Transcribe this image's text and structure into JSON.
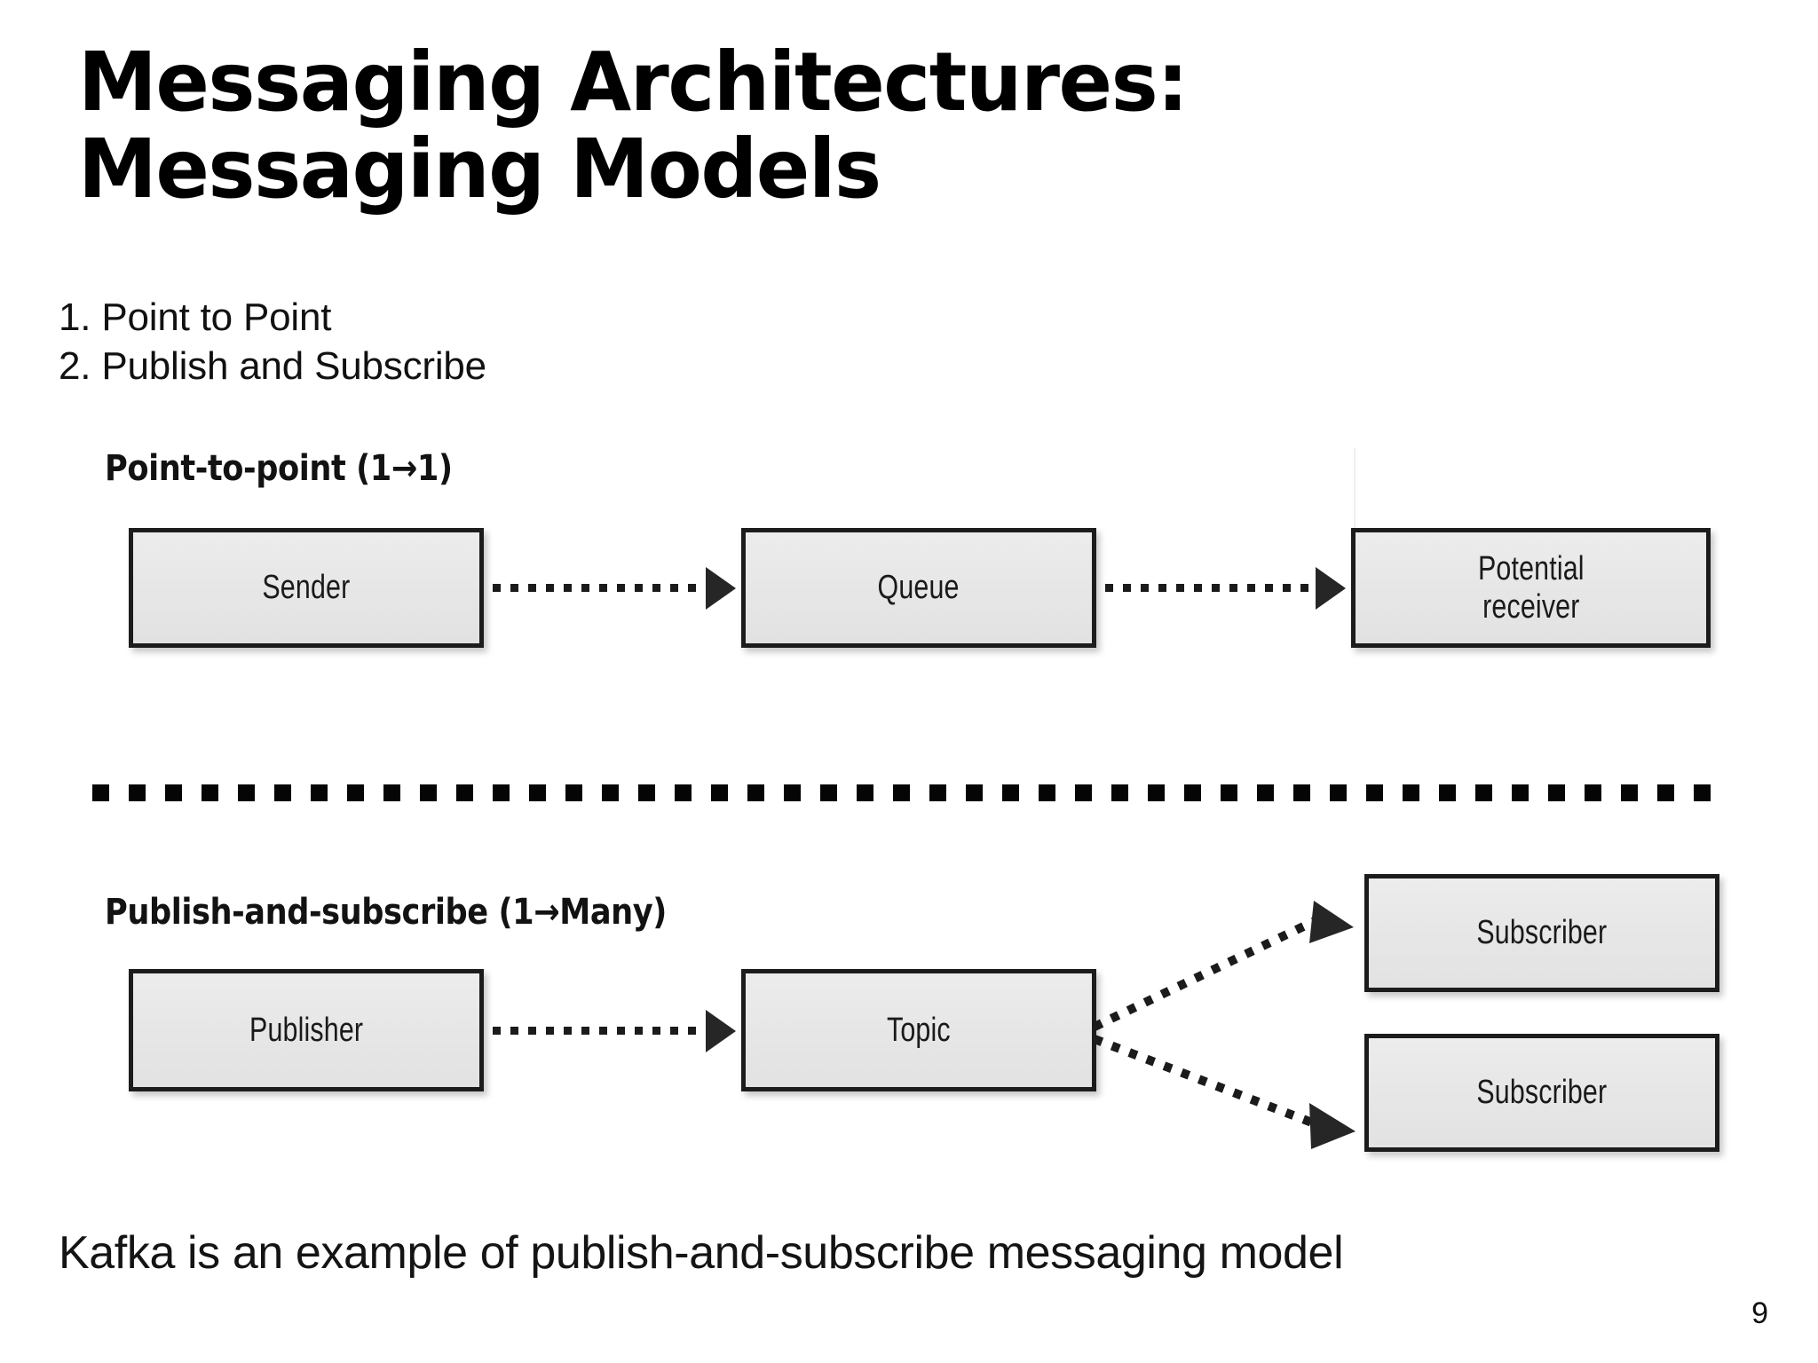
{
  "slide": {
    "title": "Messaging Architectures: Messaging Models",
    "page_number": "9",
    "caption": "Kafka is an example of publish-and-subscribe messaging model",
    "background_color": "#ffffff",
    "text_color": "#000000"
  },
  "bullets": [
    "1. Point to Point",
    "2. Publish and Subscribe"
  ],
  "diagram": {
    "box_fill_color": "#e8e8e8",
    "box_border_color": "#1c1c1c",
    "connector_color": "#1b1b1b",
    "sections": [
      {
        "heading": "Point-to-point (1→1)",
        "nodes": [
          {
            "label": "Sender"
          },
          {
            "label": "Queue"
          },
          {
            "label": "Potential\nreceiver"
          }
        ],
        "edges": [
          {
            "from": "Sender",
            "to": "Queue",
            "style": "dotted-arrow"
          },
          {
            "from": "Queue",
            "to": "Potential receiver",
            "style": "dotted-arrow"
          }
        ]
      },
      {
        "heading": "Publish-and-subscribe (1→Many)",
        "nodes": [
          {
            "label": "Publisher"
          },
          {
            "label": "Topic"
          },
          {
            "label": "Subscriber"
          },
          {
            "label": "Subscriber"
          }
        ],
        "edges": [
          {
            "from": "Publisher",
            "to": "Topic",
            "style": "dotted-arrow"
          },
          {
            "from": "Topic",
            "to": "Subscriber (top)",
            "style": "dotted-arrow-diagonal-up"
          },
          {
            "from": "Topic",
            "to": "Subscriber (bottom)",
            "style": "dotted-arrow-diagonal-down"
          }
        ]
      }
    ]
  }
}
